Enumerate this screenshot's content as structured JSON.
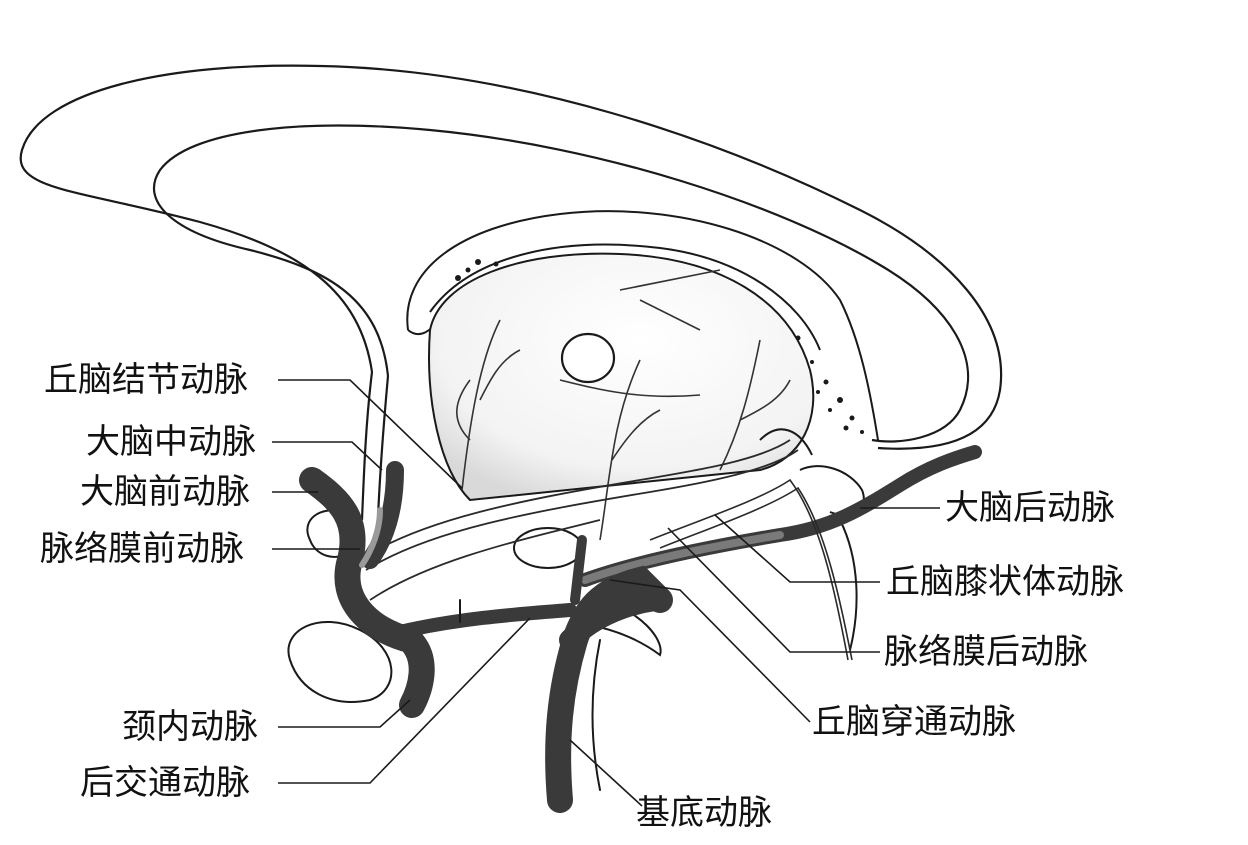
{
  "labels": {
    "thalamotuberal_artery": "丘脑结节动脉",
    "middle_cerebral_artery": "大脑中动脉",
    "anterior_cerebral_artery": "大脑前动脉",
    "anterior_choroidal_artery": "脉络膜前动脉",
    "internal_carotid_artery": "颈内动脉",
    "posterior_communicating_artery": "后交通动脉",
    "posterior_cerebral_artery": "大脑后动脉",
    "thalamogeniculate_artery": "丘脑膝状体动脉",
    "posterior_choroidal_artery": "脉络膜后动脉",
    "thalamoperforating_artery": "丘脑穿通动脉",
    "basilar_artery": "基底动脉"
  },
  "colors": {
    "line": "#1a1a1a",
    "vessel_dark": "#3a3a3a",
    "vessel_mid": "#6a6a6a",
    "shade": "#bdbdbd"
  }
}
